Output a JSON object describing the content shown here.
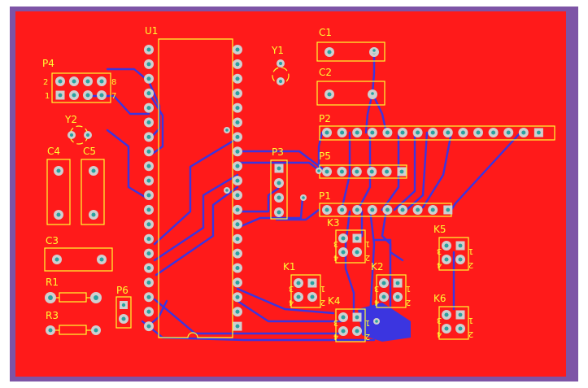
{
  "board": {
    "outline_color": "#7d54a6",
    "copper_top_color": "#ff1a1a",
    "trace_bottom_color": "#3b35e0",
    "silkscreen_color": "#ffff33",
    "pad_color": "#cfcfcf",
    "via_hole_color": "#2aa0a0"
  },
  "components": {
    "U1": {
      "label": "U1"
    },
    "Y1": {
      "label": "Y1"
    },
    "Y2": {
      "label": "Y2"
    },
    "C1": {
      "label": "C1"
    },
    "C2": {
      "label": "C2"
    },
    "C3": {
      "label": "C3"
    },
    "C4": {
      "label": "C4"
    },
    "C5": {
      "label": "C5"
    },
    "P1": {
      "label": "P1"
    },
    "P2": {
      "label": "P2"
    },
    "P3": {
      "label": "P3"
    },
    "P4": {
      "label": "P4",
      "pin_labels": [
        "2",
        "8",
        "1",
        "7"
      ]
    },
    "P5": {
      "label": "P5"
    },
    "P6": {
      "label": "P6"
    },
    "R1": {
      "label": "R1"
    },
    "R3": {
      "label": "R3"
    },
    "K1": {
      "label": "K1",
      "pin_labels": [
        "3",
        "1",
        "4",
        "2"
      ]
    },
    "K2": {
      "label": "K2",
      "pin_labels": [
        "3",
        "1",
        "4",
        "2"
      ]
    },
    "K3": {
      "label": "K3",
      "pin_labels": [
        "3",
        "1",
        "4",
        "2"
      ]
    },
    "K4": {
      "label": "K4",
      "pin_labels": [
        "3",
        "1",
        "4",
        "2"
      ]
    },
    "K5": {
      "label": "K5",
      "pin_labels": [
        "3",
        "1",
        "4",
        "2"
      ]
    },
    "K6": {
      "label": "K6",
      "pin_labels": [
        "3",
        "1",
        "4",
        "2"
      ]
    }
  }
}
